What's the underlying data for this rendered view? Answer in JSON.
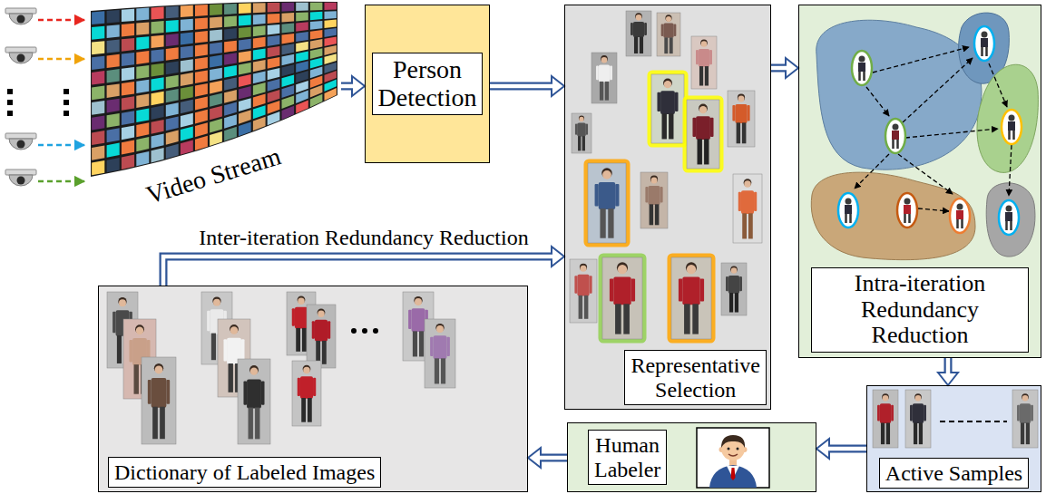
{
  "diagram": {
    "nodes": [
      {
        "text": [
          "Video Stream"
        ]
      },
      {
        "text": [
          "Person Detection"
        ]
      },
      {
        "text": [
          "Representative Selection"
        ]
      },
      {
        "text": [
          "Intra-iteration Redundancy Reduction"
        ]
      },
      {
        "text": [
          "Active Samples"
        ]
      },
      {
        "text": [
          "Human Labeler"
        ]
      },
      {
        "text": [
          "Dictionary of Labeled Images"
        ]
      }
    ],
    "edges": [
      {
        "from": 0,
        "to": 1,
        "arrow": "to"
      },
      {
        "from": 1,
        "to": 2,
        "arrow": "to"
      },
      {
        "from": 2,
        "to": 3,
        "arrow": "to"
      },
      {
        "from": 3,
        "to": 4,
        "arrow": "to"
      },
      {
        "from": 4,
        "to": 5,
        "arrow": "to"
      },
      {
        "from": 5,
        "to": 6,
        "arrow": "to"
      },
      {
        "from": 6,
        "to": 2,
        "label": "Inter-iteration Redundancy Reduction",
        "arrow": "to"
      }
    ]
  }
}
